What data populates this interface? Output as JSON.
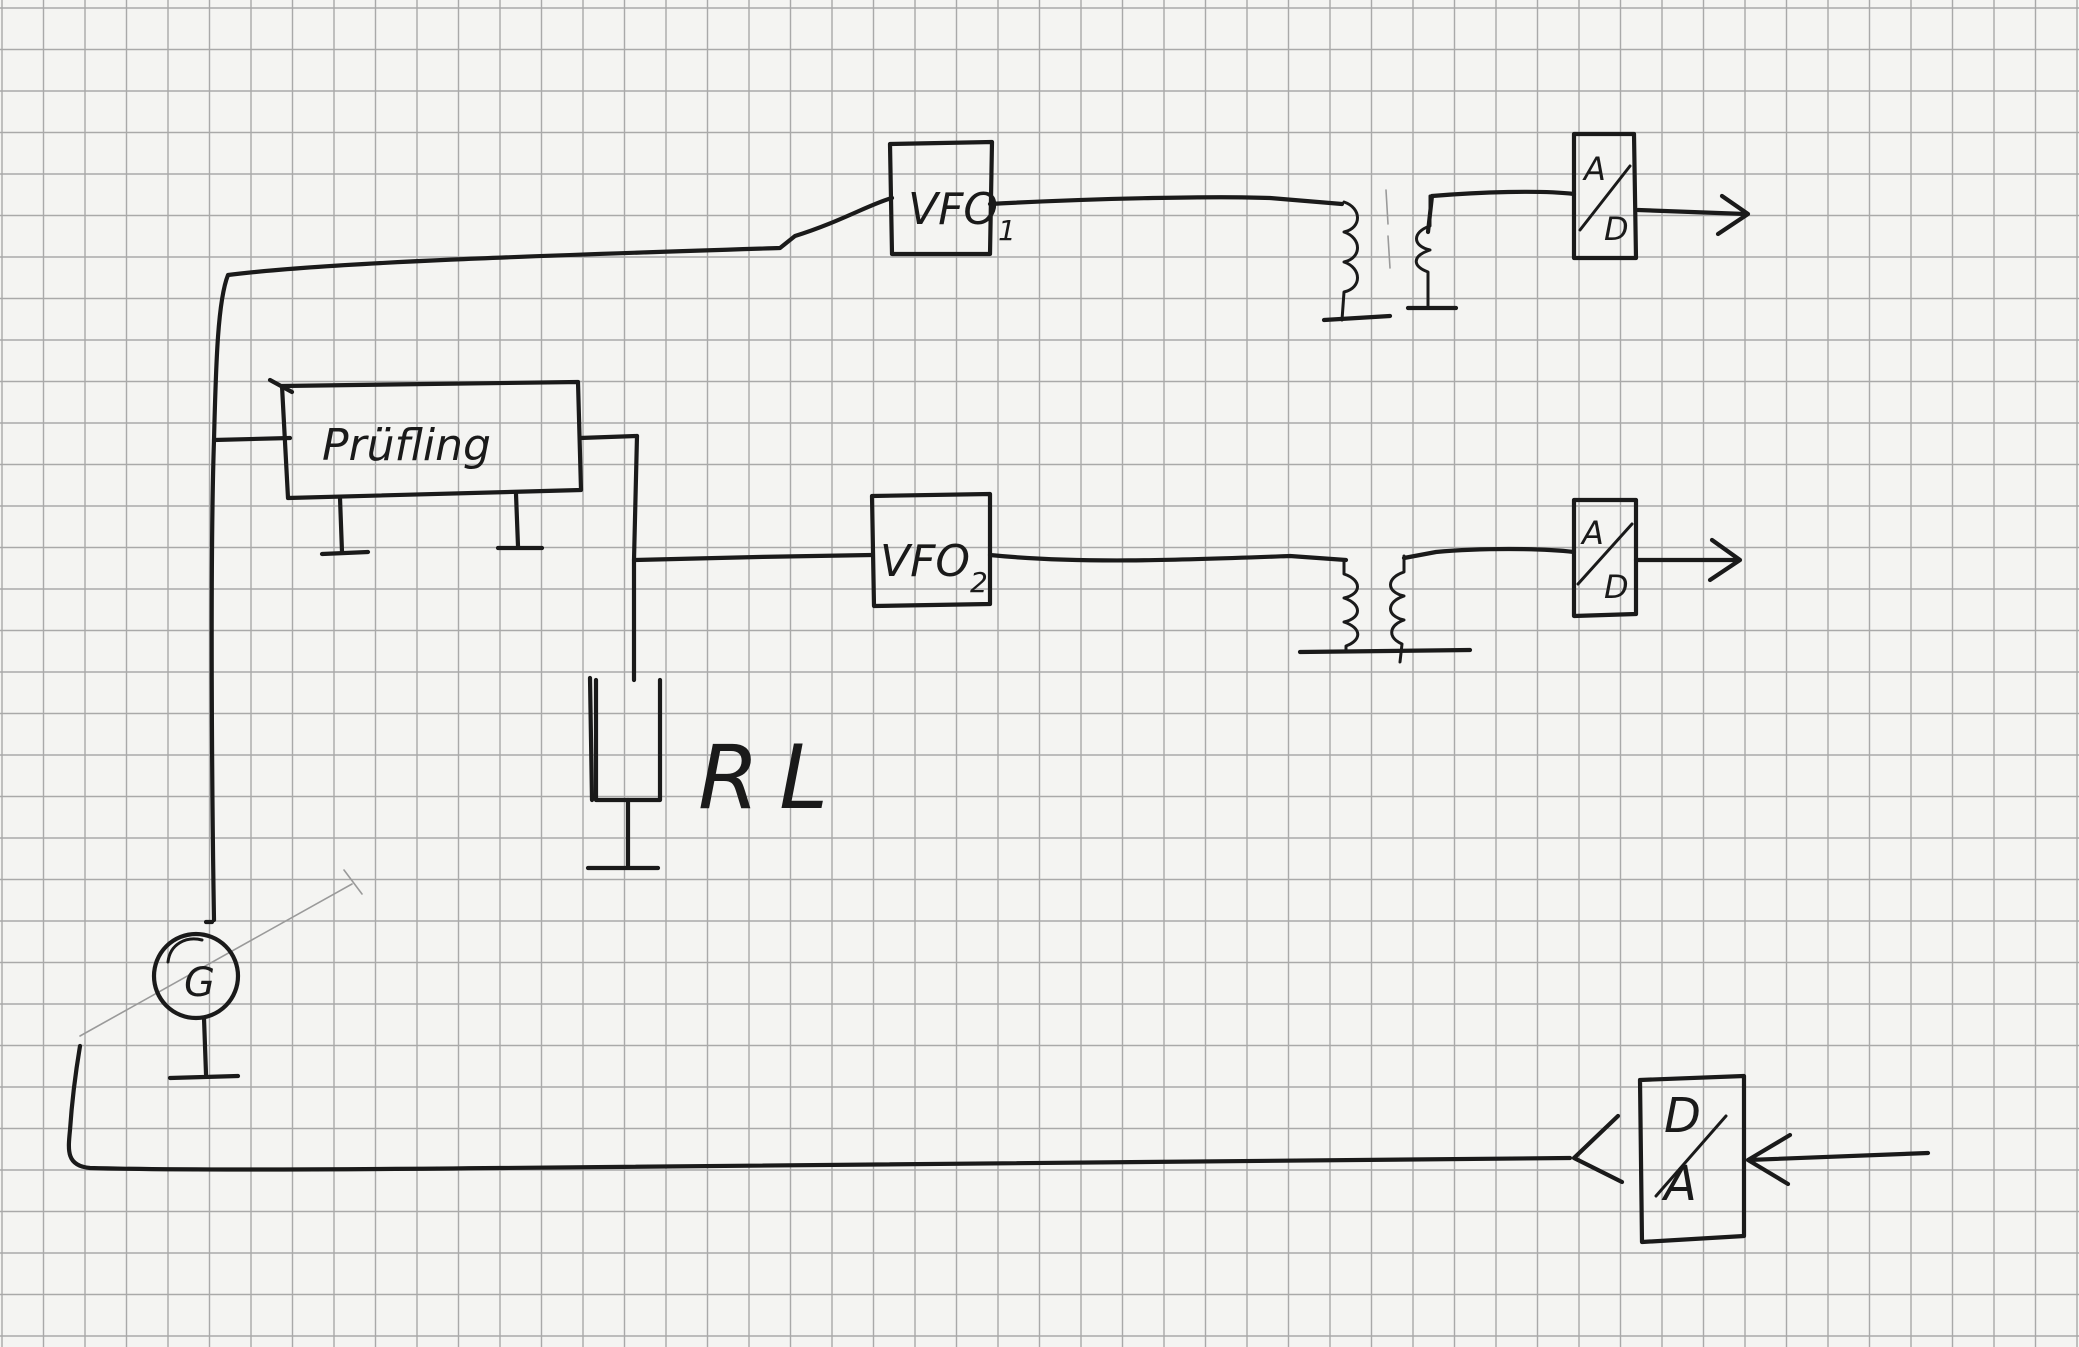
{
  "paper": {
    "background": "#f4f4f2",
    "grid_color": "#a9a9a9",
    "ink_color": "#1a1a1a"
  },
  "blocks": {
    "dut_label": "Prüfling",
    "vfo1_label": "VFO",
    "vfo1_sub": "1",
    "vfo2_label": "VFO",
    "vfo2_sub": "2",
    "adc1_top": "A",
    "adc1_bottom": "D",
    "adc2_top": "A",
    "adc2_bottom": "D",
    "dac_top": "D",
    "dac_bottom": "A",
    "generator_label": "G"
  },
  "load": {
    "label": "RL"
  }
}
